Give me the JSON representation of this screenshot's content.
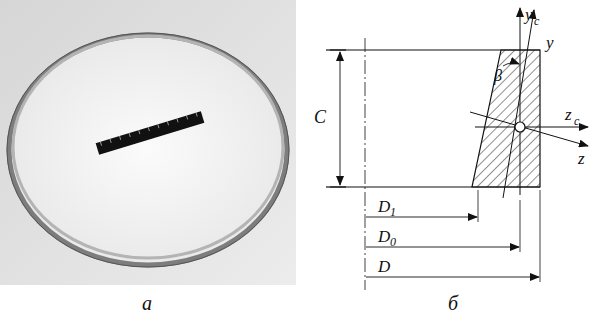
{
  "diagram": {
    "labels": [
      "а",
      "C",
      "β",
      "y",
      "c",
      "y",
      "z",
      "c",
      "z",
      "D",
      "1",
      "D",
      "0",
      "D",
      "б"
    ]
  }
}
